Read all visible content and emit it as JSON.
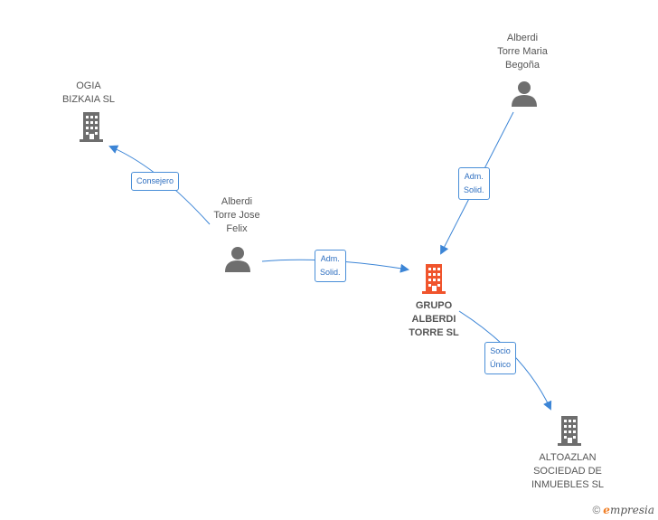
{
  "nodes": {
    "ogia": {
      "label": "OGIA\nBIZKAIA SL",
      "type": "company"
    },
    "alberdi_maria": {
      "label": "Alberdi\nTorre Maria\nBegoña",
      "type": "person"
    },
    "alberdi_jose": {
      "label": "Alberdi\nTorre Jose\nFelix",
      "type": "person"
    },
    "grupo": {
      "label": "GRUPO\nALBERDI\nTORRE SL",
      "type": "company-main"
    },
    "altoazlan": {
      "label": "ALTOAZLAN\nSOCIEDAD DE\nINMUEBLES SL",
      "type": "company"
    }
  },
  "edges": {
    "consejero": {
      "label": "Consejero"
    },
    "adm_maria": {
      "label": "Adm.\nSolid."
    },
    "adm_jose": {
      "label": "Adm.\nSolid."
    },
    "socio": {
      "label": "Socio\nÚnico"
    }
  },
  "colors": {
    "edge": "#3c85d6",
    "icon": "#6e6e6e",
    "icon_main": "#f0542c"
  },
  "footer": {
    "copyright": "©",
    "brand_initial": "e",
    "brand_rest": "mpresia"
  }
}
